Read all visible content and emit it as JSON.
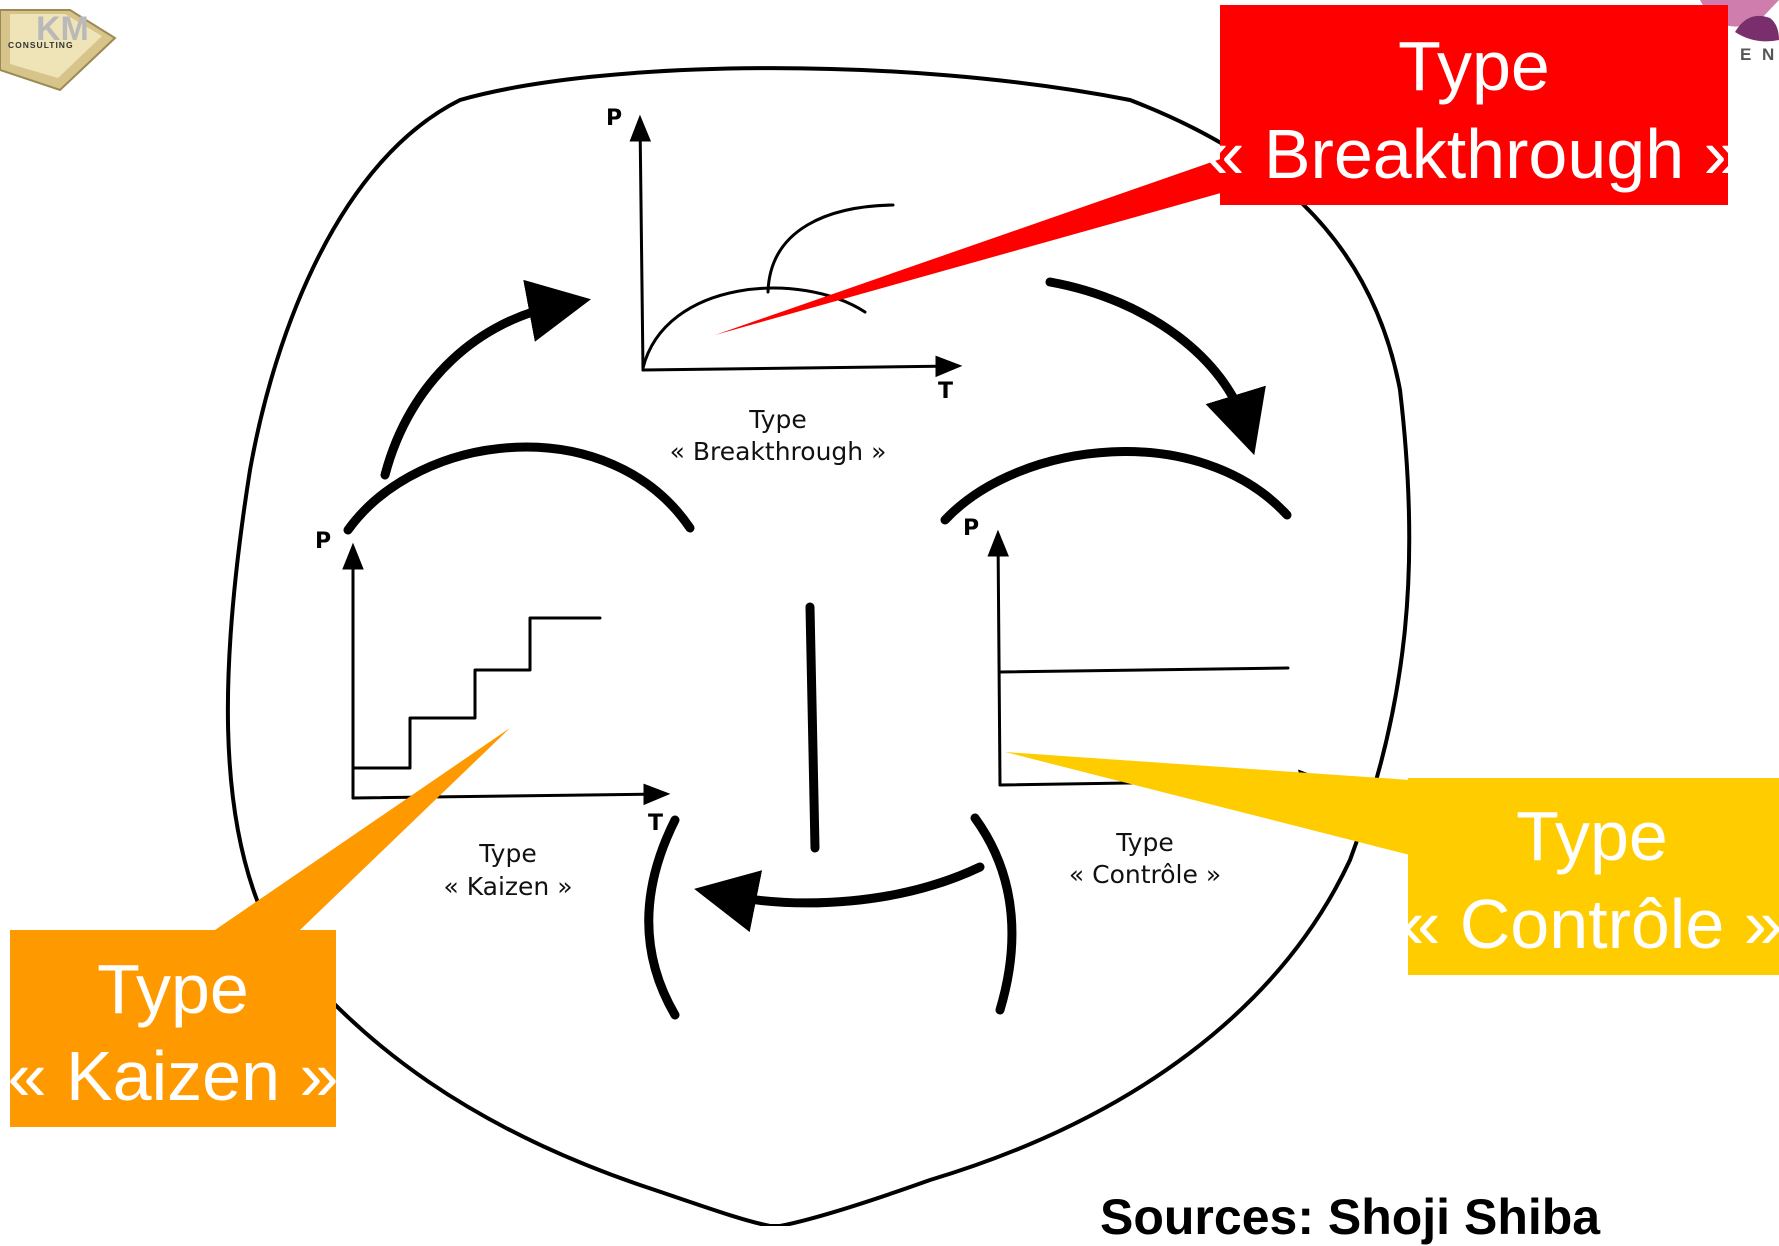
{
  "logo_left": {
    "text": "KM",
    "subtext": "CONSULTING"
  },
  "logo_right": {
    "text_fragment": "E N T"
  },
  "diagram": {
    "breakthrough": {
      "axis_y": "P",
      "axis_x": "T",
      "line1": "Type",
      "line2": "« Breakthrough »"
    },
    "kaizen": {
      "axis_y": "P",
      "axis_x": "T",
      "line1": "Type",
      "line2": "« Kaizen »"
    },
    "controle": {
      "axis_y": "P",
      "line1": "Type",
      "line2": "« Contrôle »"
    }
  },
  "callouts": {
    "breakthrough": {
      "line1": "Type",
      "line2": "« Breakthrough »",
      "color": "#ff0000"
    },
    "kaizen": {
      "line1": "Type",
      "line2": "« Kaizen »",
      "color": "#ff9900"
    },
    "controle": {
      "line1": "Type",
      "line2": "« Contrôle »",
      "color": "#ffcc00"
    }
  },
  "source": "Sources: Shoji Shiba"
}
